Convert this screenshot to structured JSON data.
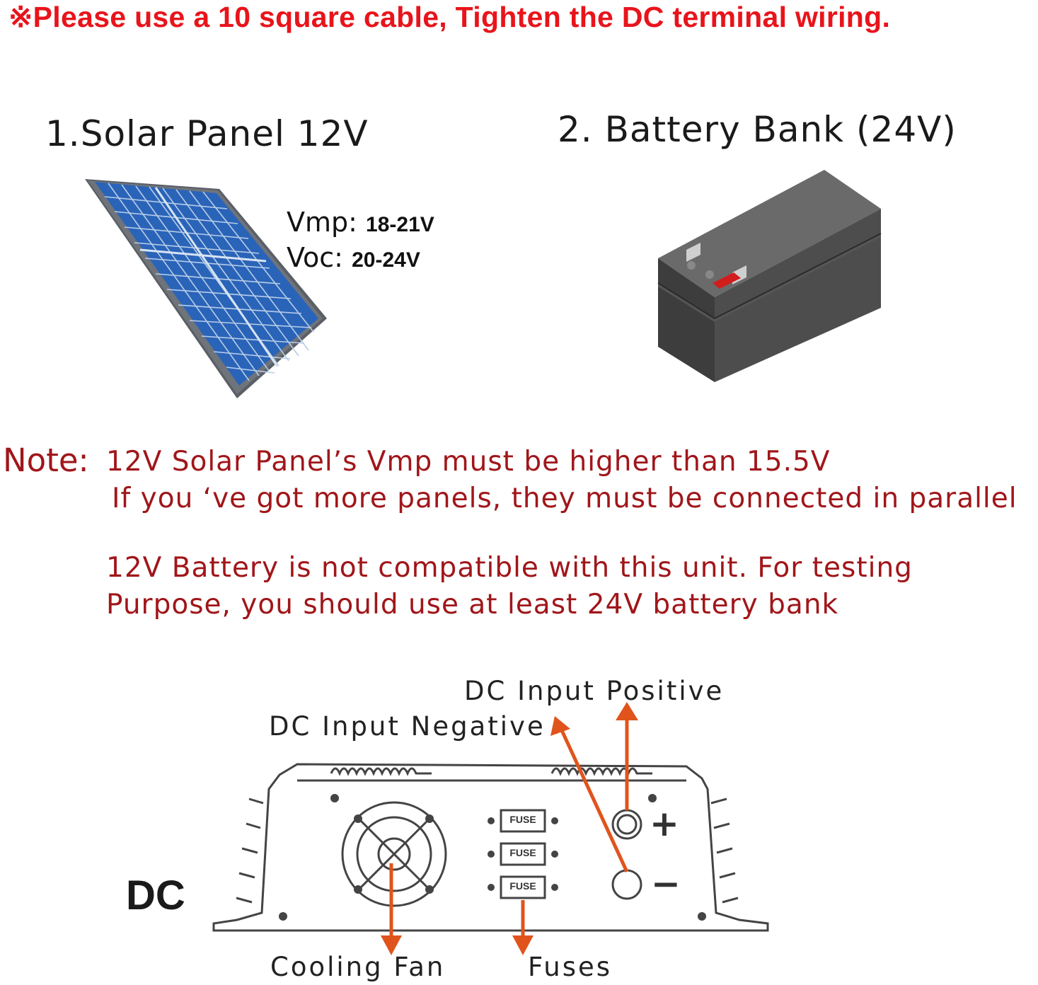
{
  "warning": "※Please use a 10 square cable, Tighten the DC terminal wiring.",
  "solar": {
    "title": "1.Solar Panel 12V",
    "vmp_label": "Vmp:",
    "vmp_value": "18-21V",
    "voc_label": "Voc:",
    "voc_value": "20-24V"
  },
  "battery": {
    "title": "2. Battery Bank (24V)"
  },
  "note": {
    "label": "Note:",
    "line1": "12V Solar Panel’s Vmp must be higher than 15.5V",
    "line2": "If you ‘ve got more panels, they must be connected in parallel",
    "line3": "12V Battery is not compatible with this unit. For testing",
    "line4": "Purpose, you should use at least 24V battery bank"
  },
  "diagram": {
    "dc_input_positive": "DC Input Positive",
    "dc_input_negative": "DC Input Negative",
    "dc": "DC",
    "cooling_fan": "Cooling  Fan",
    "fuses": "Fuses",
    "fuse_text": "FUSE",
    "plus": "+",
    "minus": "−",
    "arrow_color": "#e0541c"
  }
}
